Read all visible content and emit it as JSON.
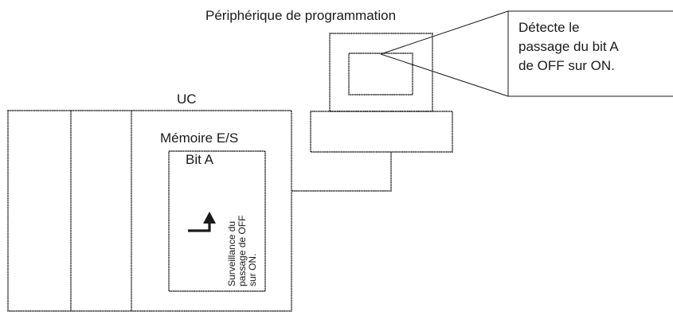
{
  "labels": {
    "programming_device": "Périphérique de programmation",
    "cpu": "UC",
    "io_memory": "Mémoire E/S",
    "bit_a": "Bit A"
  },
  "callout": {
    "lines": [
      "Détecte le",
      "passage du bit A",
      "de OFF sur ON."
    ]
  },
  "monitoring": {
    "lines": [
      "Surveillance du",
      "passage de OFF",
      "sur ON."
    ]
  },
  "colors": {
    "line": "#1a1a1a",
    "background": "#ffffff"
  }
}
